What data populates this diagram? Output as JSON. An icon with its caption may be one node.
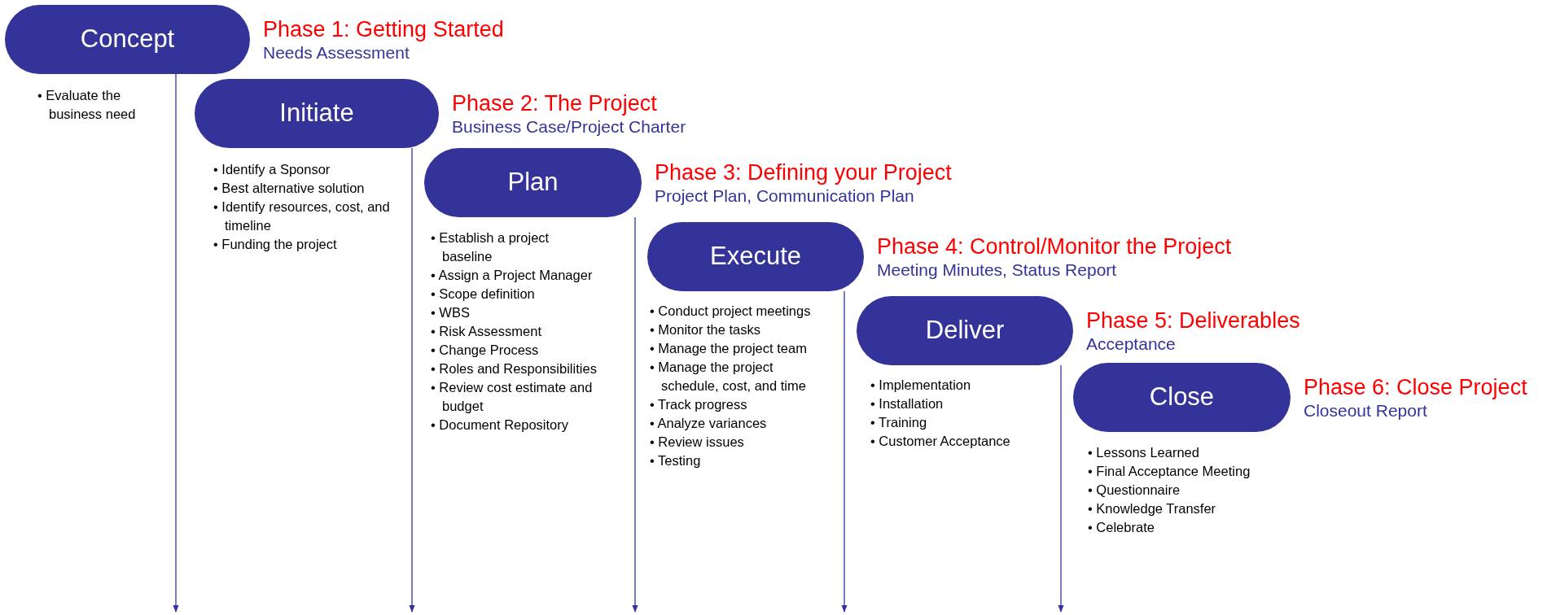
{
  "diagram": {
    "nodes": [
      {
        "text": [
          "Concept"
        ],
        "beside": [
          "Phase 1: Getting Started",
          "Needs Assessment"
        ]
      },
      {
        "text": [
          "Initiate"
        ],
        "beside": [
          "Phase 2: The Project",
          "Business Case/Project Charter"
        ]
      },
      {
        "text": [
          "Plan"
        ],
        "beside": [
          "Phase 3: Defining your Project",
          "Project Plan, Communication Plan"
        ]
      },
      {
        "text": [
          "Execute"
        ],
        "beside": [
          "Phase 4: Control/Monitor the Project",
          "Meeting Minutes, Status Report"
        ]
      },
      {
        "text": [
          "Deliver"
        ],
        "beside": [
          "Phase 5: Deliverables",
          "Acceptance"
        ]
      },
      {
        "text": [
          "Close"
        ],
        "beside": [
          "Phase 6: Close Project",
          "Closeout Report"
        ]
      }
    ],
    "edges": [
      {
        "from": 0,
        "to": null,
        "arrow": "to"
      },
      {
        "from": 1,
        "to": null,
        "arrow": "to"
      },
      {
        "from": 2,
        "to": null,
        "arrow": "to"
      },
      {
        "from": 3,
        "to": null,
        "arrow": "to"
      },
      {
        "from": 4,
        "to": null,
        "arrow": "to"
      }
    ],
    "labels": [
      "• Evaluate the business need",
      "• Identify a Sponsor",
      "• Best alternative solution",
      "• Identify resources, cost, and timeline",
      "• Funding the project",
      "• Establish a project baseline",
      "• Assign a Project Manager",
      "• Scope definition",
      "• WBS",
      "• Risk Assessment",
      "• Change Process",
      "• Roles and Responsibilities",
      "• Review cost estimate and budget",
      "• Document Repository",
      "• Conduct project meetings",
      "• Monitor the tasks",
      "• Manage the project team",
      "• Manage the project schedule, cost, and time",
      "• Track progress",
      "• Analyze variances",
      "• Review issues",
      "• Testing",
      "• Implementation",
      "• Installation",
      "• Training",
      "• Customer Acceptance",
      "• Lessons Learned",
      "• Final Acceptance Meeting",
      "• Questionnaire",
      "• Knowledge Transfer",
      "• Celebrate"
    ]
  }
}
